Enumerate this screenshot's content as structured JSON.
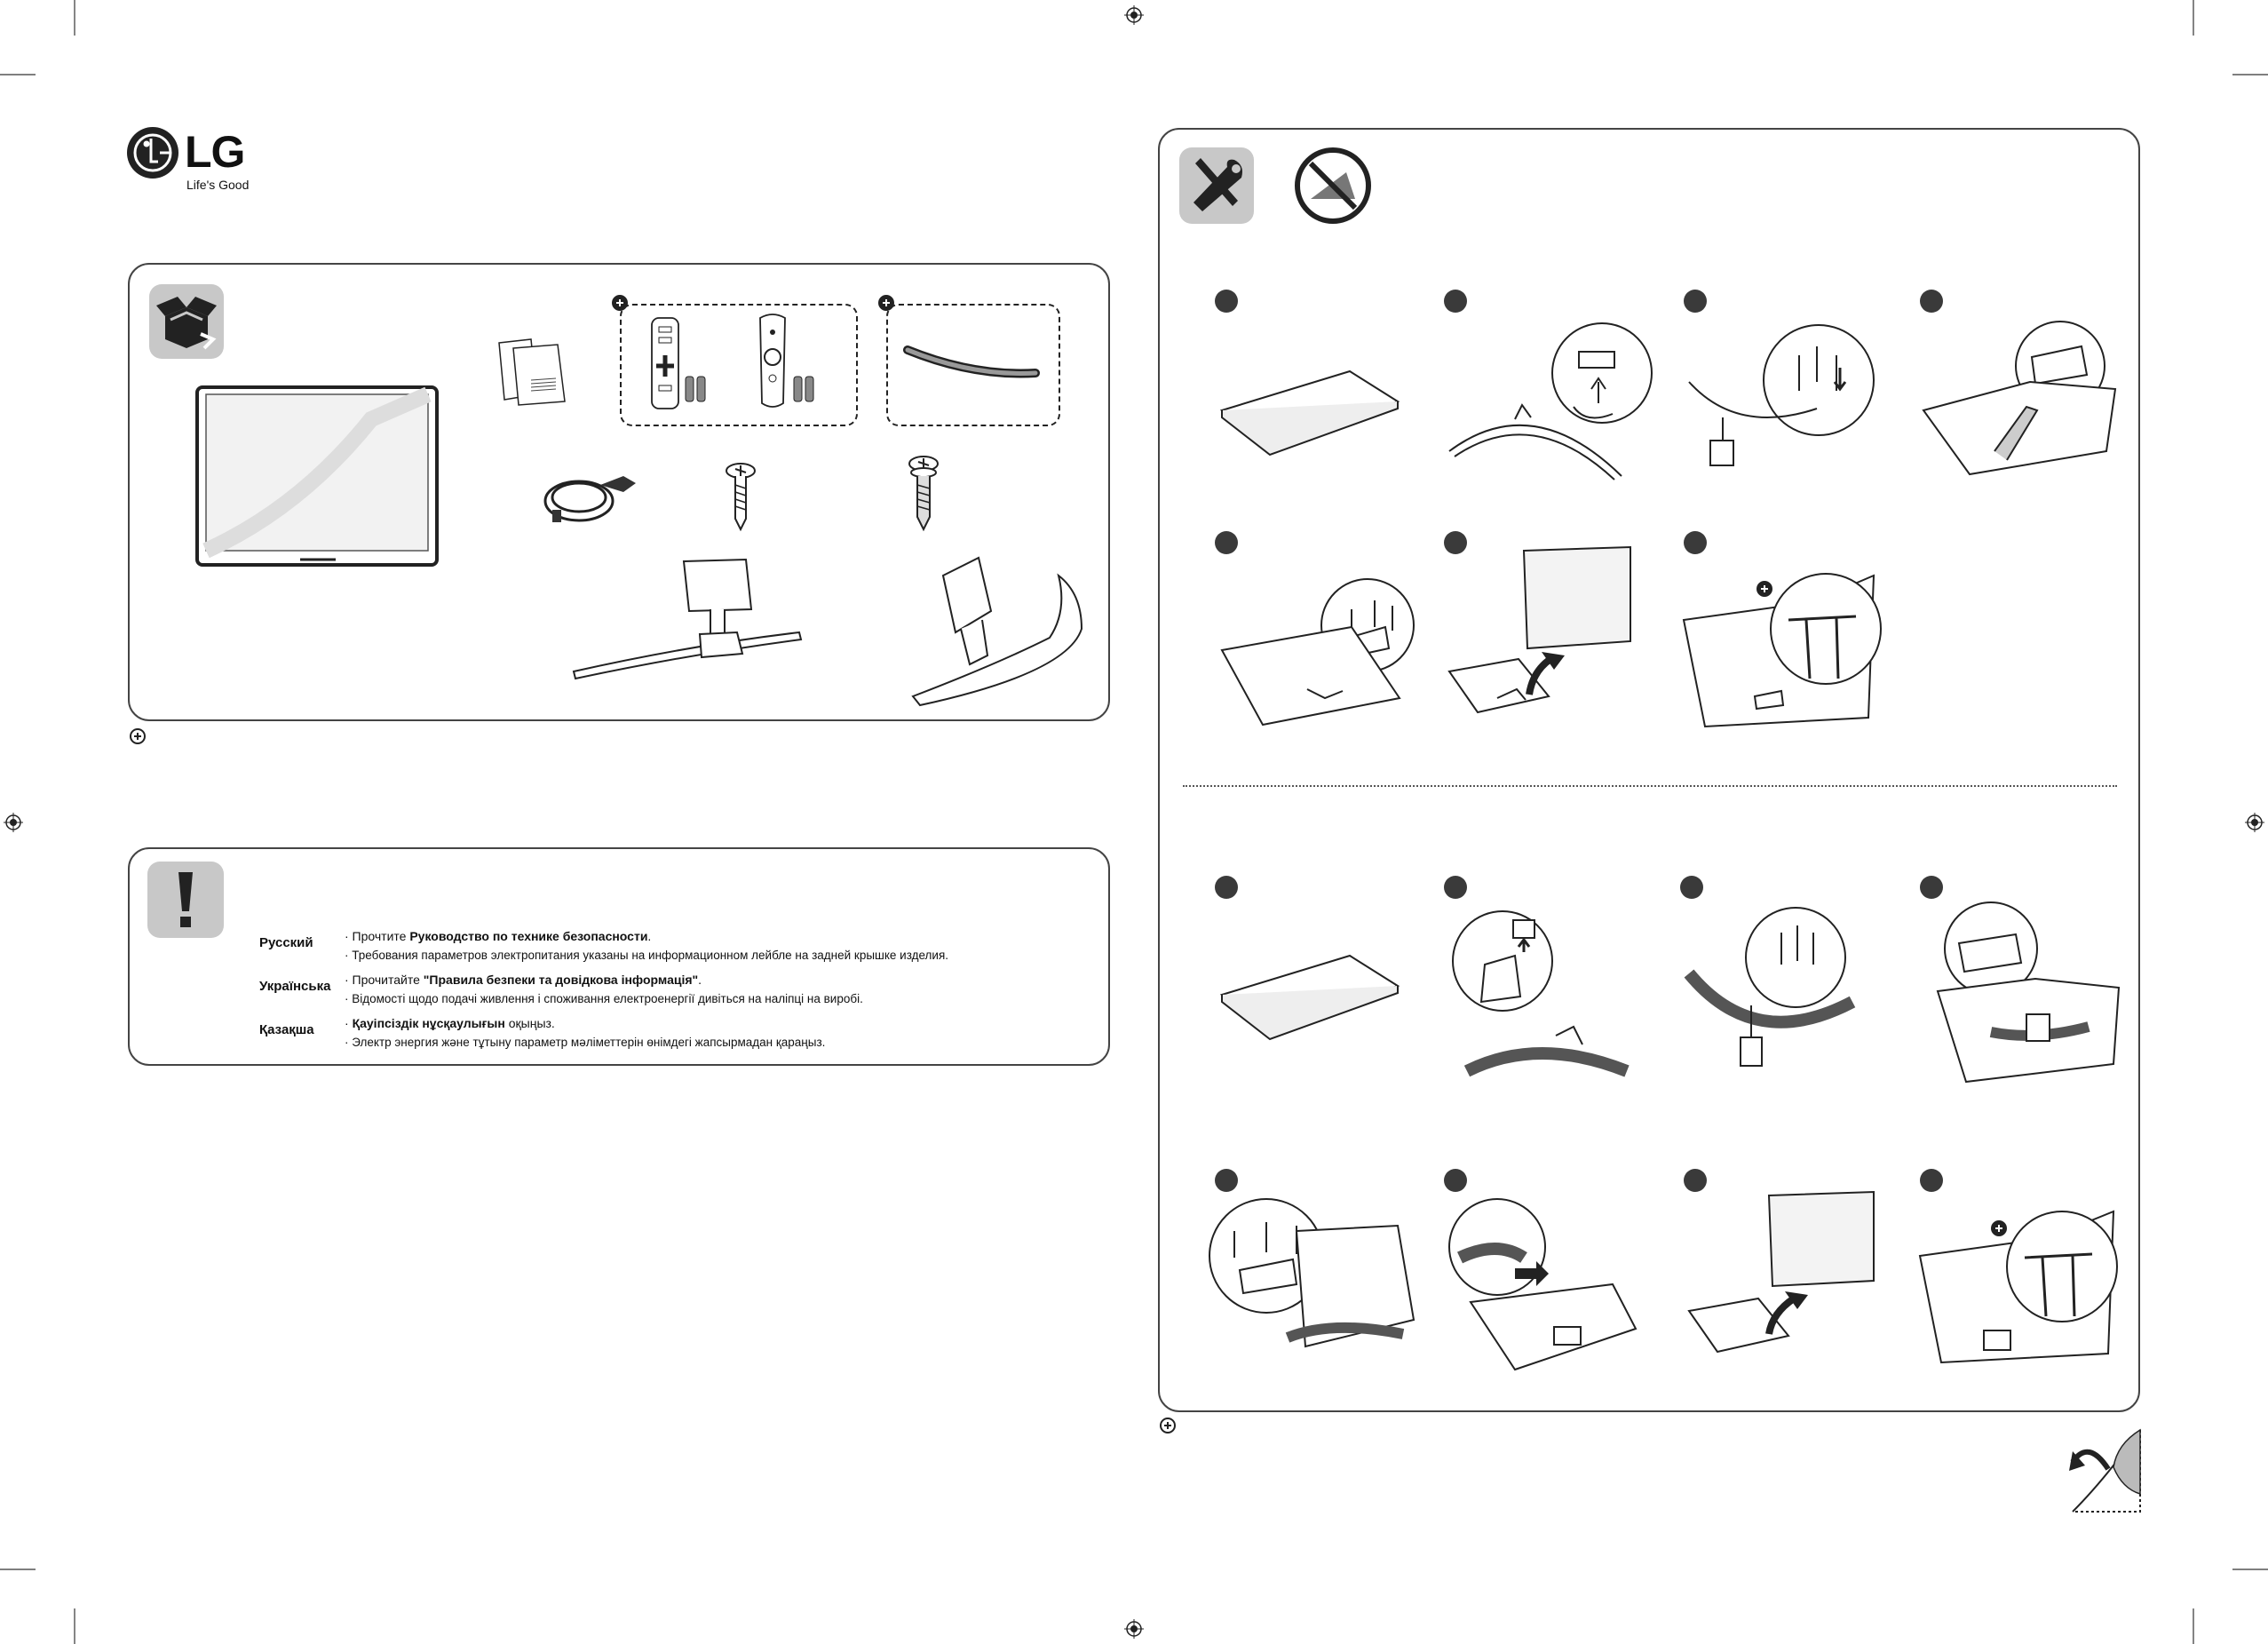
{
  "brand": {
    "name": "LG",
    "tagline": "Life's Good"
  },
  "warnings": [
    {
      "language": "Русский",
      "lines": [
        {
          "pre": "· Прочтите ",
          "bold": "Руководство по технике безопасности",
          "post": "."
        },
        {
          "pre": "· Требования параметров электропитания указаны на информационном лейбле на задней крышке изделия.",
          "bold": "",
          "post": ""
        }
      ]
    },
    {
      "language": "Українська",
      "lines": [
        {
          "pre": "· Прочитайте ",
          "bold": "\"Правила безпеки та довідкова інформація\"",
          "post": "."
        },
        {
          "pre": "· Відомості щодо подачі живлення і споживання електроенергії дивіться на наліпці на виробі.",
          "bold": "",
          "post": ""
        }
      ]
    },
    {
      "language": "Қазақша",
      "lines": [
        {
          "pre": "· ",
          "bold": "Қауіпсіздік нұсқаулығын",
          "post": " оқыңыз."
        },
        {
          "pre": "· Электр энергия және тұтыну параметр мәліметтерін өнімдегі жапсырмадан қараңыз.",
          "bold": "",
          "post": ""
        }
      ]
    }
  ],
  "icons": {
    "package": "package-box-icon",
    "caution": "exclamation-icon",
    "tools": "wrench-screwdriver-icon",
    "no_sharp": "no-sharp-object-icon",
    "page_turn": "page-turn-icon"
  },
  "colors": {
    "panel_border": "#444444",
    "icon_bg": "#c8c8c8",
    "step_dot": "#3a3a3a"
  }
}
